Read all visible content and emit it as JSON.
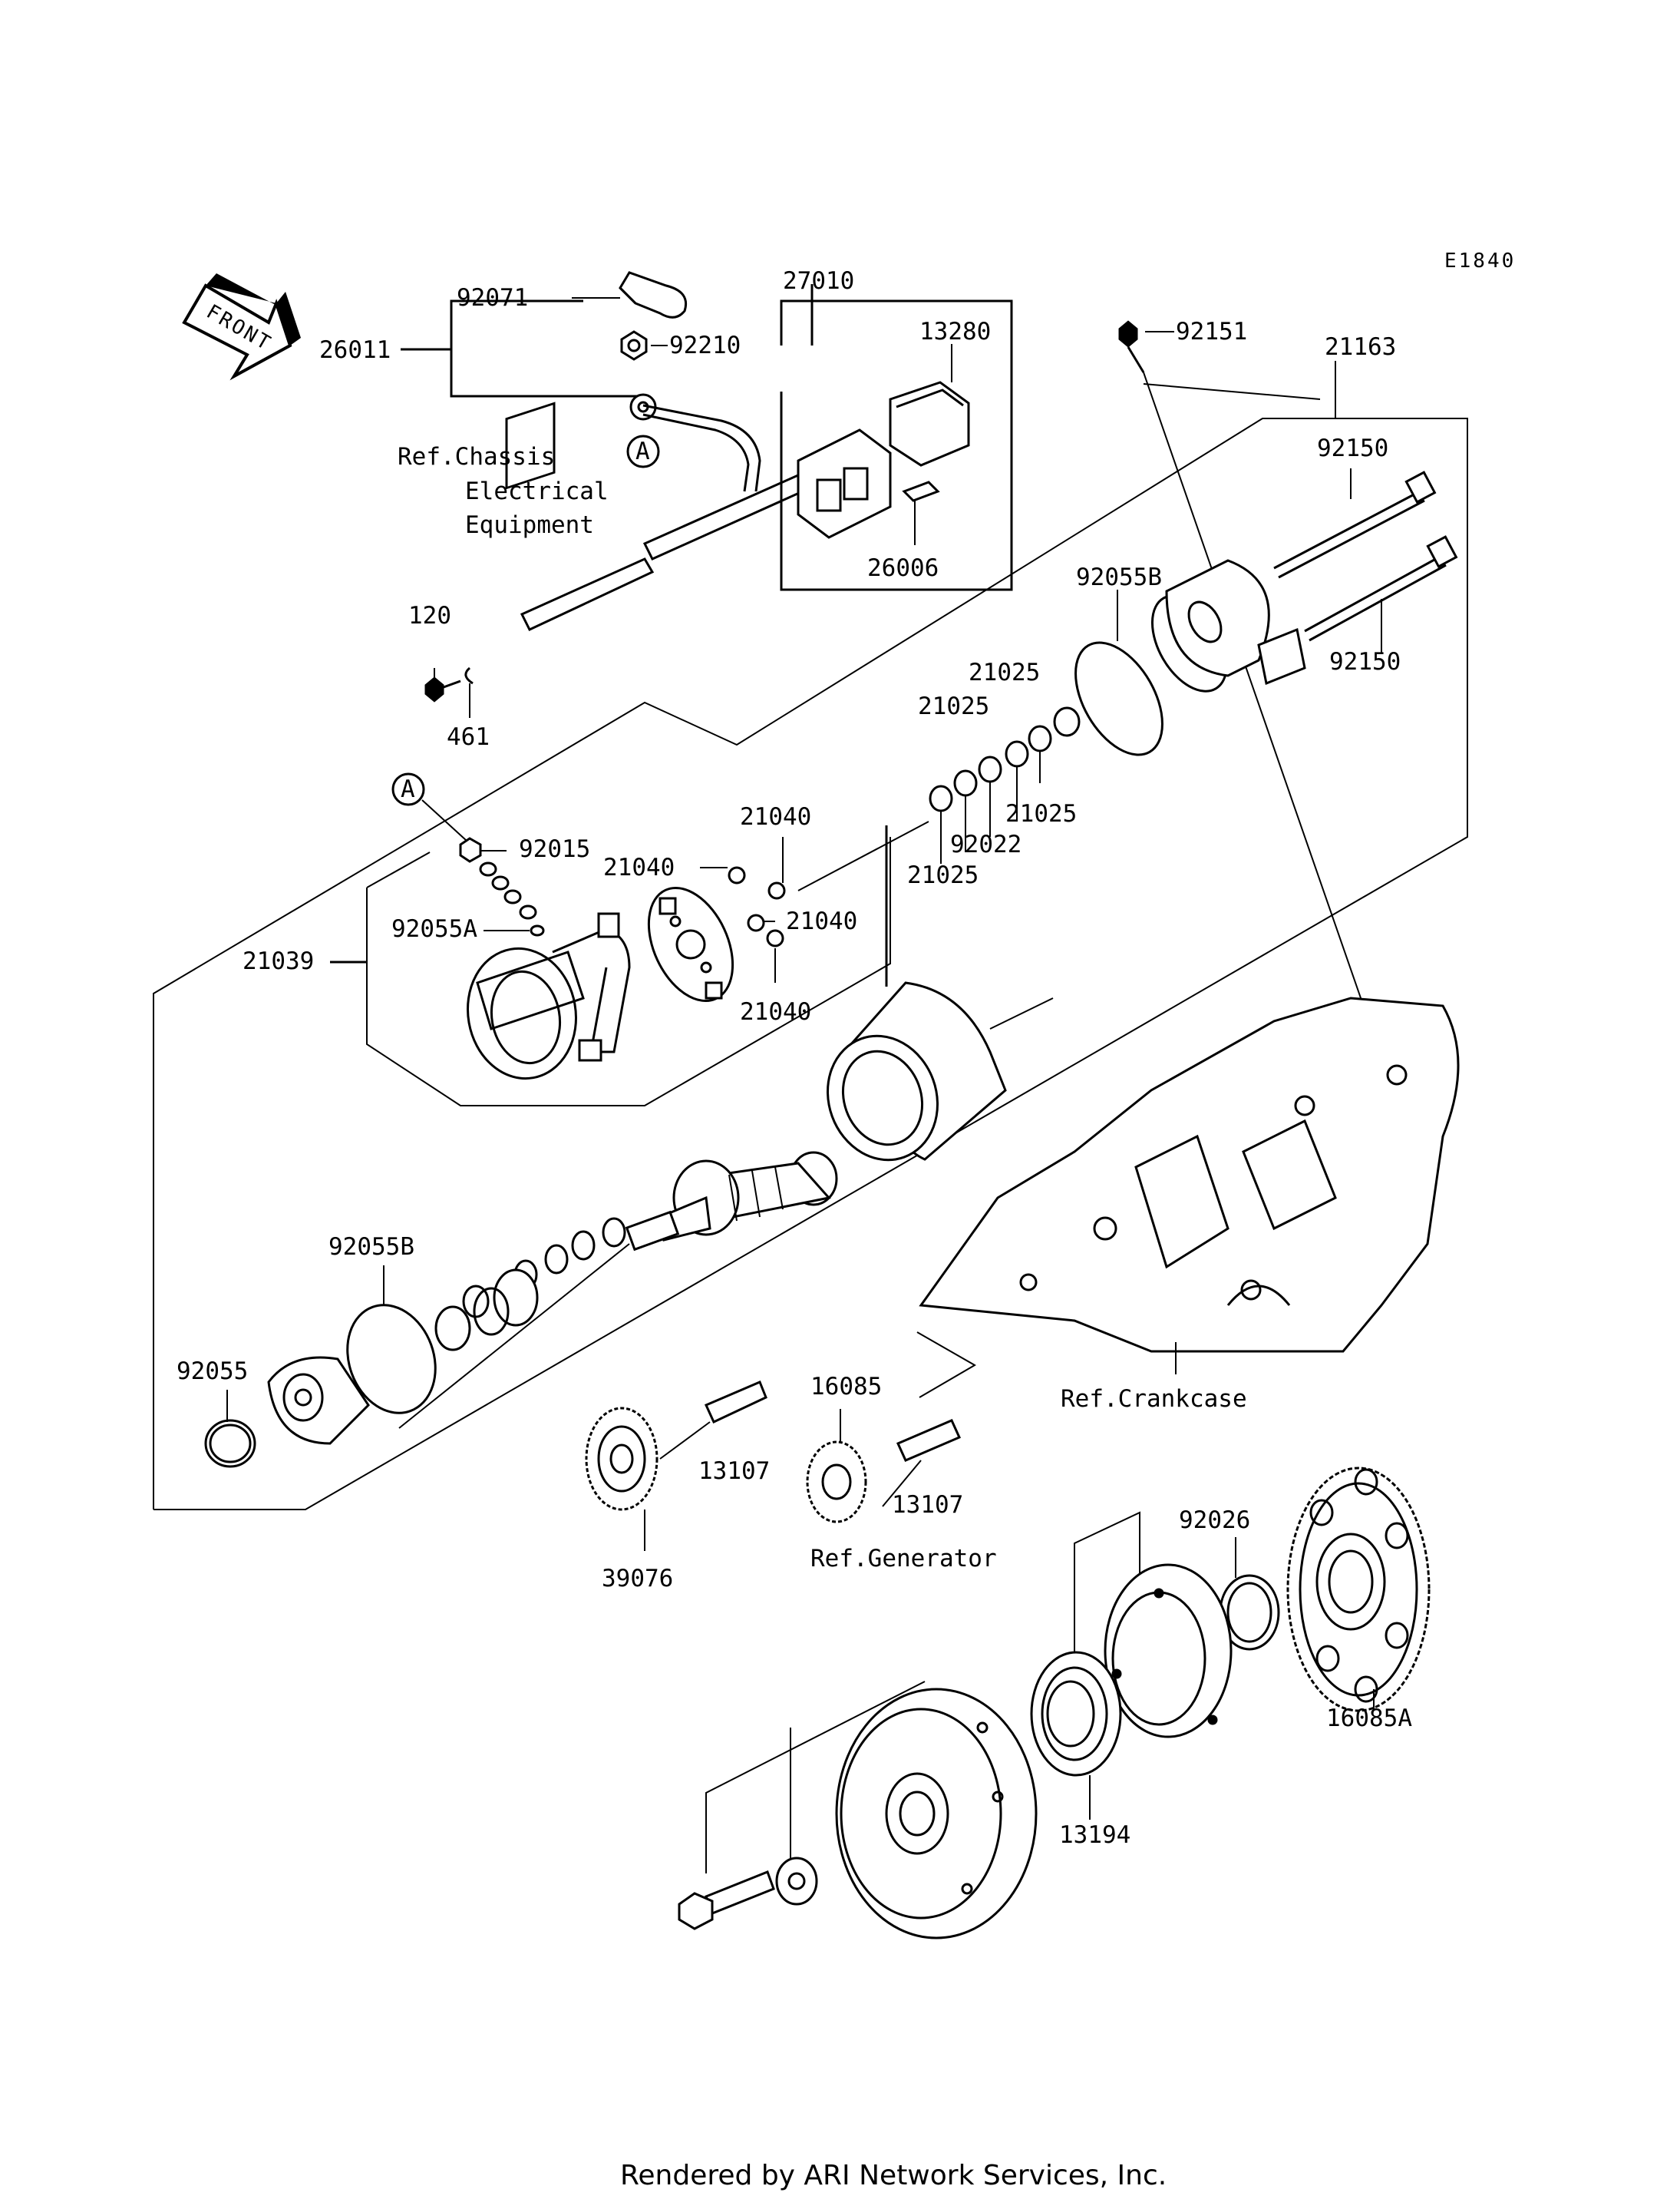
{
  "diagram_code": "E1840",
  "front_arrow_label": "FRONT",
  "callout_a": "A",
  "parts": {
    "p92071": "92071",
    "p26011": "26011",
    "p92210": "92210",
    "p27010": "27010",
    "p13280": "13280",
    "p26006": "26006",
    "p92151": "92151",
    "p21163": "21163",
    "p92150a": "92150",
    "p92150b": "92150",
    "p92055B_top": "92055B",
    "p21025_1": "21025",
    "p21025_2": "21025",
    "p21025_3": "21025",
    "p21025_4": "21025",
    "p92022": "92022",
    "p120": "120",
    "p461": "461",
    "p92015": "92015",
    "p21040_1": "21040",
    "p21040_2": "21040",
    "p21040_3": "21040",
    "p21040_4": "21040",
    "p92055A": "92055A",
    "p21039": "21039",
    "p92055B_bot": "92055B",
    "p92055": "92055",
    "p16085": "16085",
    "p13107_1": "13107",
    "p13107_2": "13107",
    "p39076": "39076",
    "p92026": "92026",
    "p16085A": "16085A",
    "p13194": "13194"
  },
  "refs": {
    "chassis_1": "Ref.Chassis",
    "chassis_2": "Electrical",
    "chassis_3": "Equipment",
    "crankcase": "Ref.Crankcase",
    "generator": "Ref.Generator"
  },
  "footer": "Rendered by ARI Network Services, Inc."
}
